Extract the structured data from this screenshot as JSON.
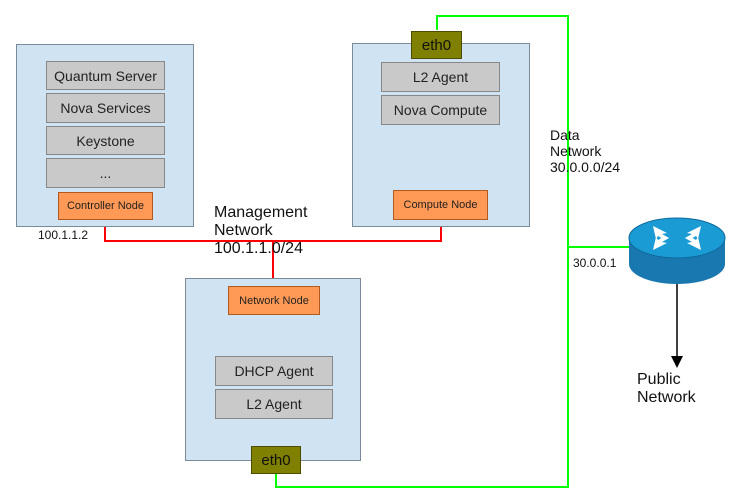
{
  "controller": {
    "services": [
      "Quantum Server",
      "Nova Services",
      "Keystone",
      "..."
    ],
    "tag": "Controller Node",
    "ip": "100.1.1.2"
  },
  "compute": {
    "eth": "eth0",
    "services": [
      "L2 Agent",
      "Nova Compute"
    ],
    "tag": "Compute Node"
  },
  "network": {
    "tag": "Network Node",
    "services": [
      "DHCP Agent",
      "L2 Agent"
    ],
    "eth": "eth0"
  },
  "management": {
    "lines": [
      "Management",
      "Network",
      "100.1.1.0/24"
    ]
  },
  "data_network": {
    "lines": [
      "Data",
      "Network",
      "30.0.0.0/24"
    ]
  },
  "router": {
    "ip": "30.0.0.1",
    "icon": "router-icon"
  },
  "public": {
    "lines": [
      "Public",
      "Network"
    ]
  },
  "colors": {
    "management_link": "#ff0000",
    "data_link": "#00ff00",
    "node_box": "#cfe3f2",
    "service_box": "#c9c9c9",
    "node_tag": "#ff9955",
    "eth_port": "#7f7f00",
    "router": "#1a9bd4"
  }
}
